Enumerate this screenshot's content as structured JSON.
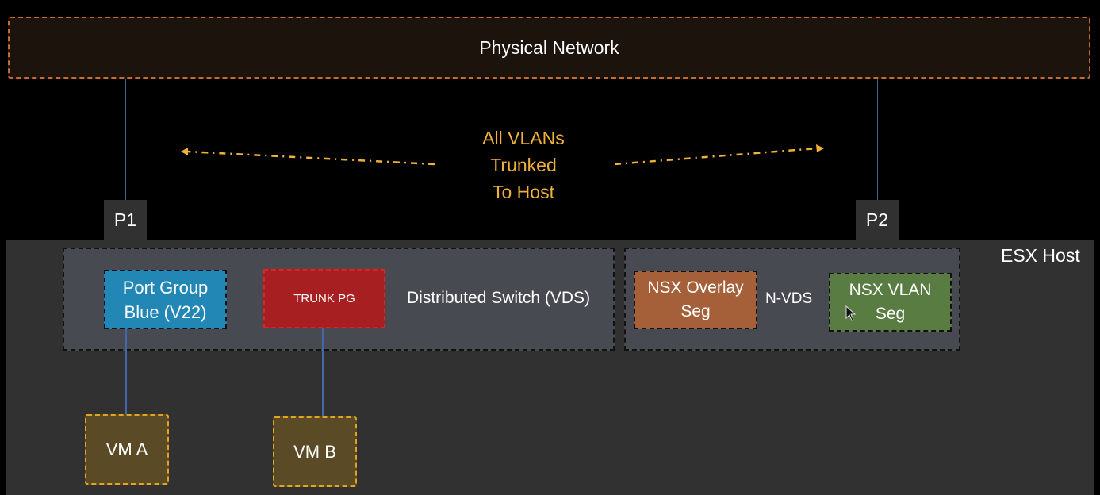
{
  "physical_network": {
    "label": "Physical Network"
  },
  "trunk_note": {
    "lines": [
      "All VLANs",
      "Trunked",
      "To Host"
    ]
  },
  "ports": {
    "p1": "P1",
    "p2": "P2"
  },
  "esx_host": {
    "label": "ESX Host"
  },
  "vds": {
    "label": "Distributed Switch (VDS)",
    "port_groups": [
      {
        "lines": [
          "Port Group",
          "Blue (V22)"
        ]
      },
      {
        "lines": [
          "TRUNK PG"
        ]
      }
    ]
  },
  "nvds": {
    "label": "N-VDS",
    "segments": [
      {
        "lines": [
          "NSX Overlay",
          "Seg"
        ]
      },
      {
        "lines": [
          "NSX VLAN",
          "Seg"
        ]
      }
    ]
  },
  "vms": [
    "VM A",
    "VM B"
  ],
  "colors": {
    "physical_border": "#c46a32",
    "trunk_note": "#f0b13a",
    "port_group_blue": "#2287b5",
    "trunk_pg": "#a81f22",
    "overlay_seg": "#a5603a",
    "vlan_seg": "#587c42",
    "vm_fill": "#5a4a26",
    "vm_border": "#e3a51e",
    "link": "#4466aa"
  }
}
